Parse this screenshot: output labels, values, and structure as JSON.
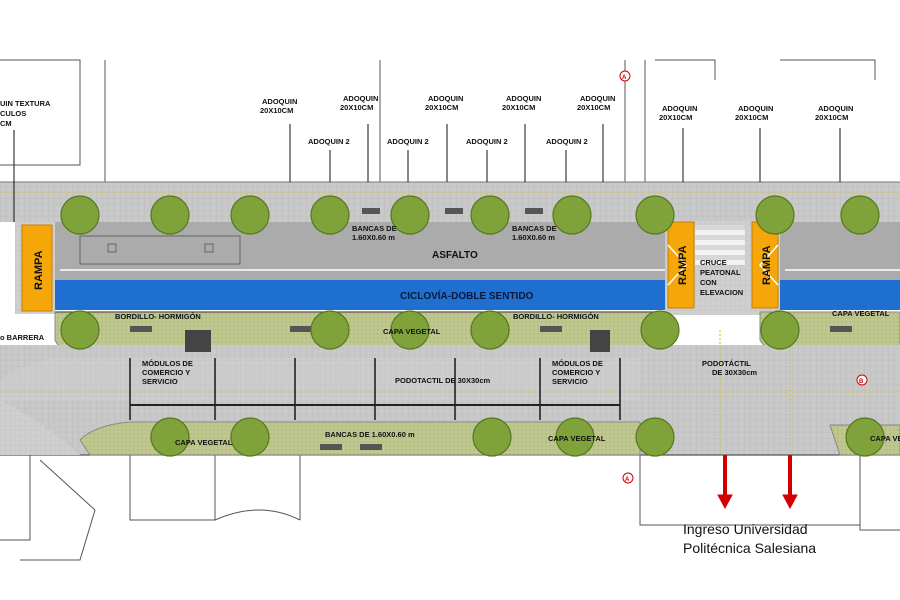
{
  "colors": {
    "asphalt": "#a9a9a9",
    "bike_lane": "#1f6fd1",
    "ramp": "#f5a70a",
    "paving": "#c7c7c7",
    "green_strip": "#b9c48f",
    "tree": "#7fa33a",
    "tree_edge": "#55781f",
    "arrow": "#d40000"
  },
  "labels": {
    "left_partial_1": "UIN TEXTURA",
    "left_partial_2": "CULOS",
    "left_partial_3": "CM",
    "adoquin_20x10": "ADOQUIN",
    "adoquin_20x10_b": "20X10CM",
    "adoquin_2": "ADOQUIN 2",
    "bancas_1": "BANCAS DE",
    "bancas_1b": "1.60X0.60 m",
    "asfalto": "ASFALTO",
    "ciclovia": "CICLOVÍA-DOBLE SENTIDO",
    "rampa": "RAMPA",
    "cruce_1": "CRUCE",
    "cruce_2": "PEATONAL",
    "cruce_3": "CON",
    "cruce_4": "ELEVACION",
    "bordillo": "BORDILLO- HORMIGÓN",
    "capa_vegetal": "CAPA VEGETAL",
    "capa_vegetal_partial": "CAPA VE",
    "barrera": "o BARRERA",
    "modulos_1": "MÓDULOS DE",
    "modulos_2": "COMERCIO Y",
    "modulos_3": "SERVICIO",
    "podotactil": "PODOTACTIL DE 30X30cm",
    "podotactil_a": "PODOTÁCTIL",
    "podotactil_b": "DE 30X30cm",
    "bancas_2": "BANCAS DE 1.60X0.60 m",
    "marker_a": "A",
    "marker_b": "B",
    "ingreso_1": "Ingreso Universidad",
    "ingreso_2": "Politécnica Salesiana"
  }
}
